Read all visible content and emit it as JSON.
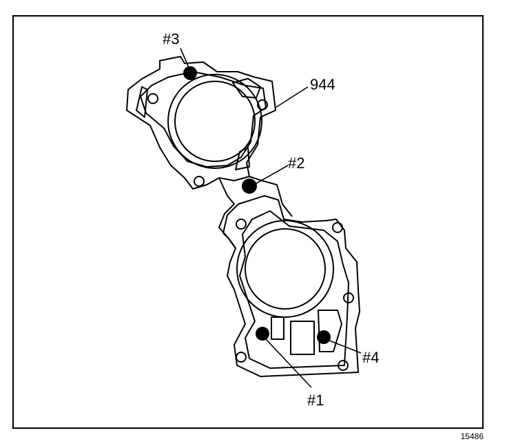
{
  "diagram": {
    "part_label": "944",
    "callouts": [
      "#3",
      "#2",
      "#4",
      "#1"
    ],
    "figure_number": "15486",
    "colors": {
      "line": "#000000",
      "background": "#ffffff"
    }
  }
}
